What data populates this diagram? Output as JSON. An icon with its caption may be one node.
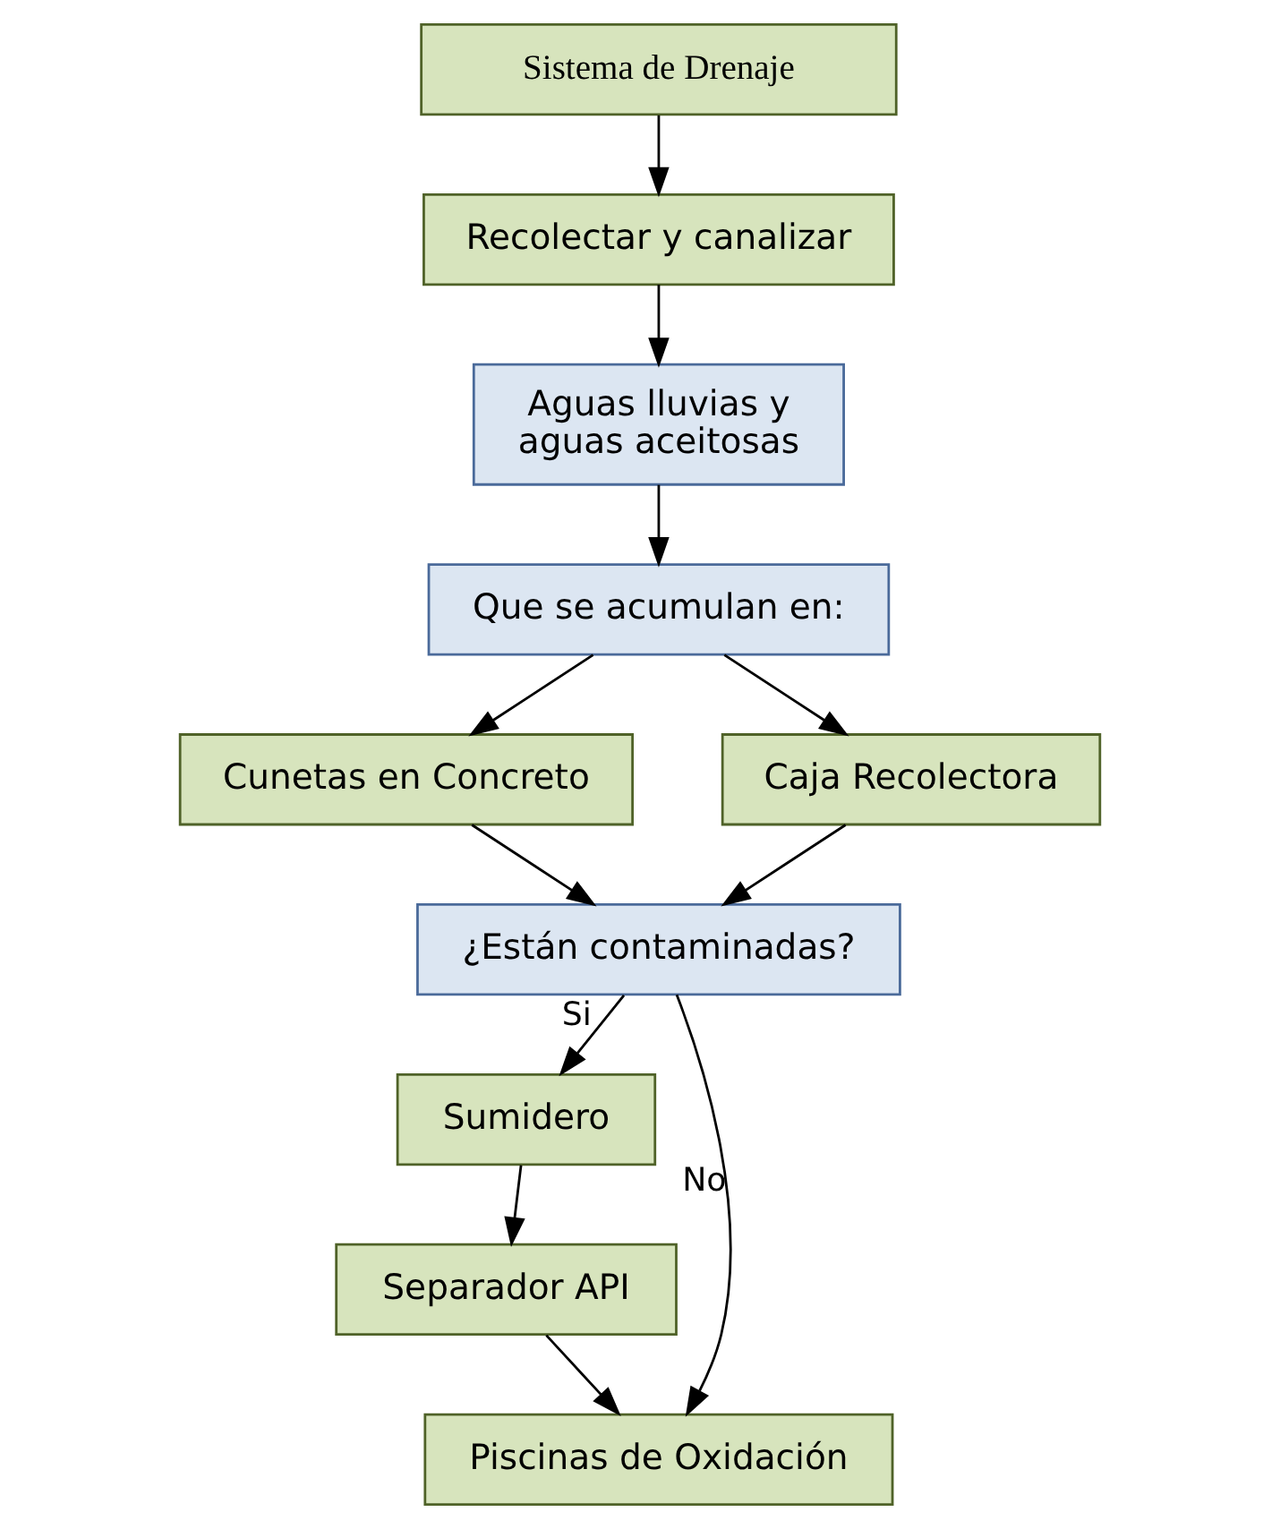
{
  "diagram": {
    "nodes": [
      {
        "text": [
          "Sistema de Drenaje"
        ]
      },
      {
        "text": [
          "Recolectar y canalizar"
        ]
      },
      {
        "text": [
          "Aguas lluvias y aguas aceitosas"
        ]
      },
      {
        "text": [
          "Que se acumulan en:"
        ]
      },
      {
        "text": [
          "Cunetas en Concreto"
        ]
      },
      {
        "text": [
          "Caja Recolectora"
        ]
      },
      {
        "text": [
          "¿Están contaminadas?"
        ]
      },
      {
        "text": [
          "Sumidero"
        ]
      },
      {
        "text": [
          "Separador API"
        ]
      },
      {
        "text": [
          "Piscinas de Oxidación"
        ]
      }
    ],
    "edges": [
      {
        "from": 0,
        "to": 1,
        "arrow": "to"
      },
      {
        "from": 1,
        "to": 2,
        "arrow": "to"
      },
      {
        "from": 2,
        "to": 3,
        "arrow": "to"
      },
      {
        "from": 3,
        "to": 4,
        "arrow": "to"
      },
      {
        "from": 3,
        "to": 5,
        "arrow": "to"
      },
      {
        "from": 4,
        "to": 6,
        "arrow": "to"
      },
      {
        "from": 5,
        "to": 6,
        "arrow": "to"
      },
      {
        "from": 6,
        "to": 7,
        "arrow": "to",
        "label": "Si"
      },
      {
        "from": 6,
        "to": 9,
        "arrow": "to",
        "label": "No"
      },
      {
        "from": 7,
        "to": 8,
        "arrow": "to"
      },
      {
        "from": 8,
        "to": 9,
        "arrow": "to"
      }
    ]
  }
}
